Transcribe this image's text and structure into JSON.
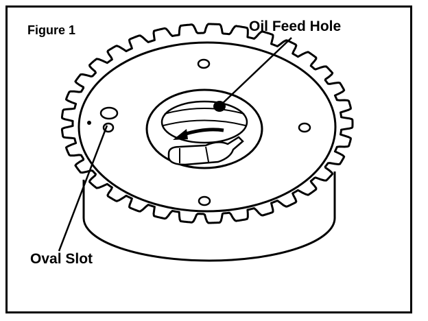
{
  "figure": {
    "title": "Figure 1",
    "callouts": {
      "oil_feed_hole": "Oil Feed Hole",
      "oval_slot": "Oval Slot"
    }
  },
  "subject": "cam sprocket / phaser with 33 teeth",
  "colors": {
    "line": "#000000",
    "background": "#ffffff"
  }
}
